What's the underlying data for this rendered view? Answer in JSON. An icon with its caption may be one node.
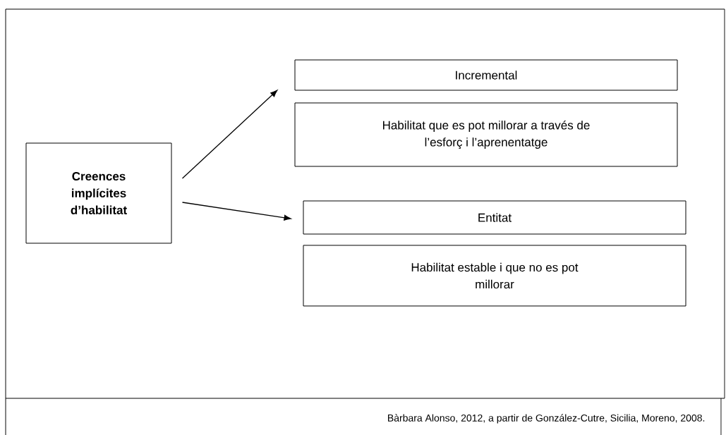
{
  "diagram": {
    "caption": "Bàrbara Alonso, 2012, a partir de González-Cutre, Sicilia, Moreno, 2008.",
    "nodes": [
      {
        "text": [
          "Creences implícites d’habilitat"
        ]
      },
      {
        "text": [
          "Incremental"
        ]
      },
      {
        "text": [
          "Habilitat que es pot millorar a través de l’esforç i l’aprenentatge"
        ]
      },
      {
        "text": [
          "Entitat"
        ]
      },
      {
        "text": [
          "Habilitat estable i que no es pot millorar"
        ]
      }
    ],
    "edges": [
      {
        "from": 0,
        "to": 1,
        "arrow": "to"
      },
      {
        "from": 0,
        "to": 3,
        "arrow": "to"
      }
    ]
  }
}
